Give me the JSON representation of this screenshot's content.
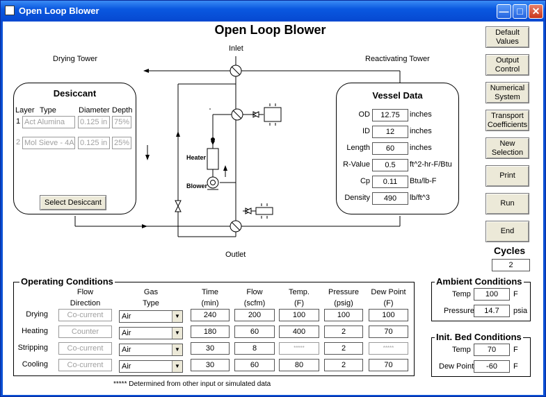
{
  "window": {
    "title": "Open Loop Blower"
  },
  "page_title": "Open Loop Blower",
  "diagram": {
    "inlet": "Inlet",
    "outlet": "Outlet",
    "drying_tower": "Drying Tower",
    "reactivating_tower": "Reactivating Tower",
    "heater": "Heater",
    "blower": "Blower"
  },
  "desiccant": {
    "title": "Desiccant",
    "headers": {
      "layer": "Layer",
      "type": "Type",
      "diameter": "Diameter",
      "depth": "Depth"
    },
    "rows": [
      {
        "layer": "1",
        "type": "Act Alumina",
        "diameter": "0.125 in",
        "depth": "75%"
      },
      {
        "layer": "2",
        "type": "Mol Sieve - 4A",
        "diameter": "0.125 in",
        "depth": "25%"
      }
    ],
    "select_button": "Select Desiccant"
  },
  "vessel": {
    "title": "Vessel Data",
    "rows": [
      {
        "label": "OD",
        "value": "12.75",
        "unit": "inches"
      },
      {
        "label": "ID",
        "value": "12",
        "unit": "inches"
      },
      {
        "label": "Length",
        "value": "60",
        "unit": "inches"
      },
      {
        "label": "R-Value",
        "value": "0.5",
        "unit": "ft^2-hr-F/Btu"
      },
      {
        "label": "Cp",
        "value": "0.11",
        "unit": "Btu/lb-F"
      },
      {
        "label": "Density",
        "value": "490",
        "unit": "lb/ft^3"
      }
    ]
  },
  "side_buttons": [
    "Default Values",
    "Output Control",
    "Numerical System",
    "Transport Coefficients",
    "New Selection",
    "Print",
    "Run",
    "End"
  ],
  "cycles": {
    "label": "Cycles",
    "value": "2"
  },
  "operating": {
    "title": "Operating Conditions",
    "headers": {
      "flow_direction": "Flow\nDirection",
      "gas_type": "Gas\nType",
      "time": "Time\n(min)",
      "flow": "Flow\n(scfm)",
      "temp": "Temp.\n(F)",
      "pressure": "Pressure\n(psig)",
      "dew_point": "Dew Point\n(F)"
    },
    "rows": [
      {
        "name": "Drying",
        "flow_direction": "Co-current",
        "gas": "Air",
        "time": "240",
        "flow": "200",
        "temp": "100",
        "pressure": "100",
        "dew": "100"
      },
      {
        "name": "Heating",
        "flow_direction": "Counter",
        "gas": "Air",
        "time": "180",
        "flow": "60",
        "temp": "400",
        "pressure": "2",
        "dew": "70"
      },
      {
        "name": "Stripping",
        "flow_direction": "Co-current",
        "gas": "Air",
        "time": "30",
        "flow": "8",
        "temp": "*****",
        "pressure": "2",
        "dew": "*****"
      },
      {
        "name": "Cooling",
        "flow_direction": "Co-current",
        "gas": "Air",
        "time": "30",
        "flow": "60",
        "temp": "80",
        "pressure": "2",
        "dew": "70"
      }
    ],
    "note": "***** Determined from other input or simulated data"
  },
  "ambient": {
    "title": "Ambient Conditions",
    "temp_label": "Temp",
    "temp_value": "100",
    "temp_unit": "F",
    "pressure_label": "Pressure",
    "pressure_value": "14.7",
    "pressure_unit": "psia"
  },
  "bed": {
    "title": "Init. Bed Conditions",
    "temp_label": "Temp",
    "temp_value": "70",
    "temp_unit": "F",
    "dew_label": "Dew Point",
    "dew_value": "-60",
    "dew_unit": "F"
  }
}
